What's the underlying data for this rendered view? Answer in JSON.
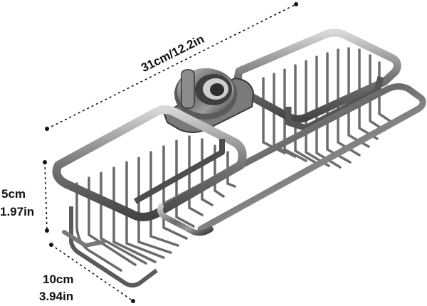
{
  "dimensions": {
    "length_label": "31cm/12.2in",
    "height_cm": "5cm",
    "height_in": "1.97in",
    "width_cm": "10cm",
    "width_in": "3.94in"
  },
  "colors": {
    "metal_dark": "#4a4a4a",
    "metal_light": "#b8b8b8",
    "dim_line": "#111111"
  },
  "icons": {
    "product": "sink-caddy-double-basket"
  }
}
